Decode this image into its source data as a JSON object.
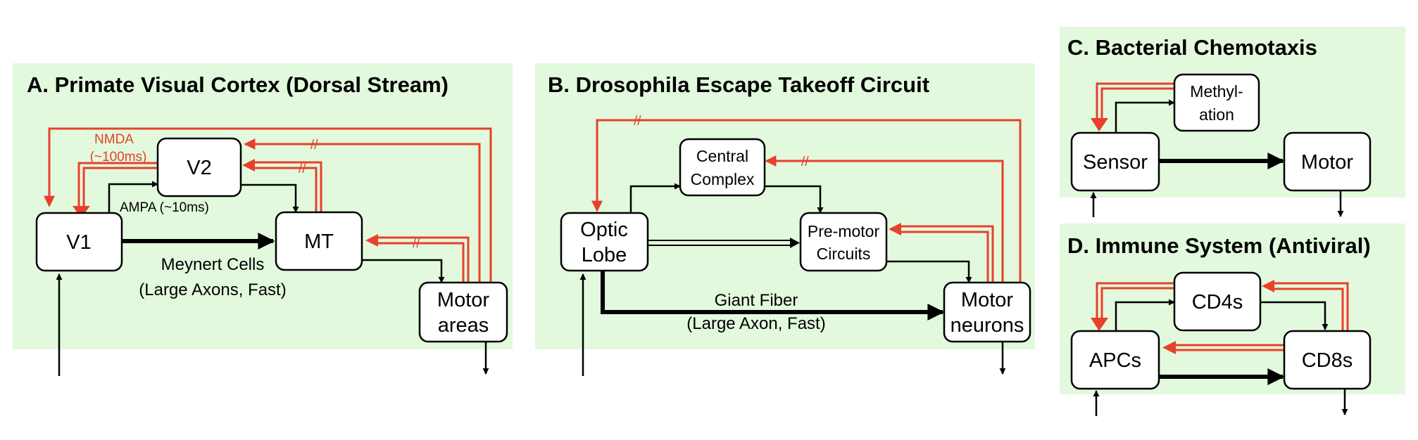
{
  "panels": {
    "a": {
      "title": "A. Primate Visual Cortex (Dorsal Stream)",
      "nodes": {
        "v1": "V1",
        "v2": "V2",
        "mt": "MT",
        "motor_line1": "Motor",
        "motor_line2": "areas"
      },
      "labels": {
        "nmda_line1": "NMDA",
        "nmda_line2": "(~100ms)",
        "ampa": "AMPA (~10ms)",
        "meynert_line1": "Meynert Cells",
        "meynert_line2": "(Large Axons, Fast)",
        "delay_mark": "//"
      }
    },
    "b": {
      "title": "B. Drosophila Escape Takeoff Circuit",
      "nodes": {
        "optic_line1": "Optic",
        "optic_line2": "Lobe",
        "central_line1": "Central",
        "central_line2": "Complex",
        "premotor_line1": "Pre-motor",
        "premotor_line2": "Circuits",
        "motorneurons_line1": "Motor",
        "motorneurons_line2": "neurons"
      },
      "labels": {
        "giant_line1": "Giant Fiber",
        "giant_line2": "(Large Axon, Fast)",
        "delay_mark": "//"
      }
    },
    "c": {
      "title": "C. Bacterial Chemotaxis",
      "nodes": {
        "sensor": "Sensor",
        "motor": "Motor",
        "methyl_line1": "Methyl-",
        "methyl_line2": "ation"
      }
    },
    "d": {
      "title": "D. Immune System (Antiviral)",
      "nodes": {
        "apcs": "APCs",
        "cd4s": "CD4s",
        "cd8s": "CD8s"
      }
    }
  },
  "colors": {
    "panel_background": "#e2f9dd",
    "feedback": "#e8402b",
    "feedforward": "#000000"
  }
}
